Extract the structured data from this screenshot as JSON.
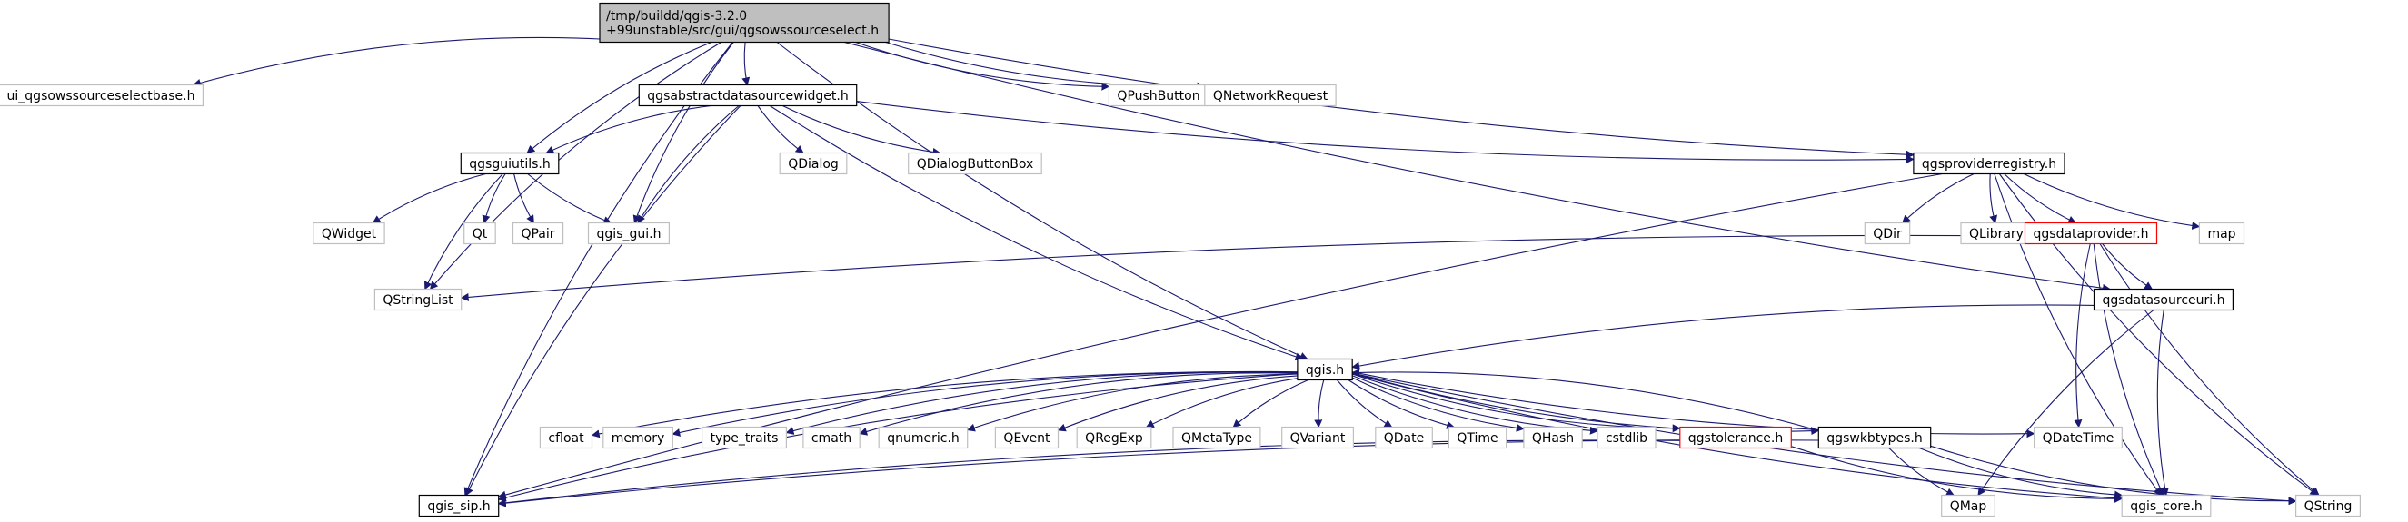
{
  "colors": {
    "edge": "#191970",
    "root_fill": "#bfbfbf",
    "solid_border": "#000000",
    "external_border": "#bfbfbf",
    "incomplete_border": "#ff0000"
  },
  "nodes": [
    {
      "id": "root",
      "lines": [
        "/tmp/buildd/qgis-3.2.0",
        "+99unstable/src/gui/qgsowssourceselect.h"
      ],
      "style": "root"
    },
    {
      "id": "ui_base",
      "lines": [
        "ui_qgsowssourceselectbase.h"
      ],
      "style": "external"
    },
    {
      "id": "absw",
      "lines": [
        "qgsabstractdatasourcewidget.h"
      ],
      "style": "solid"
    },
    {
      "id": "qpushbutton",
      "lines": [
        "QPushButton"
      ],
      "style": "external"
    },
    {
      "id": "qnetworkrequest",
      "lines": [
        "QNetworkRequest"
      ],
      "style": "external"
    },
    {
      "id": "guiutils",
      "lines": [
        "qgsguiutils.h"
      ],
      "style": "solid"
    },
    {
      "id": "qdialog",
      "lines": [
        "QDialog"
      ],
      "style": "external"
    },
    {
      "id": "qdialogbuttonbox",
      "lines": [
        "QDialogButtonBox"
      ],
      "style": "external"
    },
    {
      "id": "registry",
      "lines": [
        "qgsproviderregistry.h"
      ],
      "style": "solid"
    },
    {
      "id": "qwidget",
      "lines": [
        "QWidget"
      ],
      "style": "external"
    },
    {
      "id": "qt",
      "lines": [
        "Qt"
      ],
      "style": "external"
    },
    {
      "id": "qpair",
      "lines": [
        "QPair"
      ],
      "style": "external"
    },
    {
      "id": "qgis_gui",
      "lines": [
        "qgis_gui.h"
      ],
      "style": "external"
    },
    {
      "id": "qdir",
      "lines": [
        "QDir"
      ],
      "style": "external"
    },
    {
      "id": "qlibrary",
      "lines": [
        "QLibrary"
      ],
      "style": "external"
    },
    {
      "id": "dataprovider",
      "lines": [
        "qgsdataprovider.h"
      ],
      "style": "incomplete"
    },
    {
      "id": "map",
      "lines": [
        "map"
      ],
      "style": "external"
    },
    {
      "id": "qstringlist",
      "lines": [
        "QStringList"
      ],
      "style": "external"
    },
    {
      "id": "datasourceuri",
      "lines": [
        "qgsdatasourceuri.h"
      ],
      "style": "solid"
    },
    {
      "id": "qgis_h",
      "lines": [
        "qgis.h"
      ],
      "style": "solid"
    },
    {
      "id": "cfloat",
      "lines": [
        "cfloat"
      ],
      "style": "external"
    },
    {
      "id": "memory",
      "lines": [
        "memory"
      ],
      "style": "external"
    },
    {
      "id": "type_traits",
      "lines": [
        "type_traits"
      ],
      "style": "external"
    },
    {
      "id": "cmath",
      "lines": [
        "cmath"
      ],
      "style": "external"
    },
    {
      "id": "qnumeric",
      "lines": [
        "qnumeric.h"
      ],
      "style": "external"
    },
    {
      "id": "qevent",
      "lines": [
        "QEvent"
      ],
      "style": "external"
    },
    {
      "id": "qregexp",
      "lines": [
        "QRegExp"
      ],
      "style": "external"
    },
    {
      "id": "qmetatype",
      "lines": [
        "QMetaType"
      ],
      "style": "external"
    },
    {
      "id": "qvariant",
      "lines": [
        "QVariant"
      ],
      "style": "external"
    },
    {
      "id": "qdate",
      "lines": [
        "QDate"
      ],
      "style": "external"
    },
    {
      "id": "qtime",
      "lines": [
        "QTime"
      ],
      "style": "external"
    },
    {
      "id": "qhash",
      "lines": [
        "QHash"
      ],
      "style": "external"
    },
    {
      "id": "cstdlib",
      "lines": [
        "cstdlib"
      ],
      "style": "external"
    },
    {
      "id": "tolerance",
      "lines": [
        "qgstolerance.h"
      ],
      "style": "incomplete"
    },
    {
      "id": "wkbtypes",
      "lines": [
        "qgswkbtypes.h"
      ],
      "style": "solid"
    },
    {
      "id": "qdatetime",
      "lines": [
        "QDateTime"
      ],
      "style": "external"
    },
    {
      "id": "qgis_sip",
      "lines": [
        "qgis_sip.h"
      ],
      "style": "solid"
    },
    {
      "id": "qmap",
      "lines": [
        "QMap"
      ],
      "style": "external"
    },
    {
      "id": "qgis_core",
      "lines": [
        "qgis_core.h"
      ],
      "style": "external"
    },
    {
      "id": "qstring",
      "lines": [
        "QString"
      ],
      "style": "external"
    }
  ],
  "edges": [
    [
      "root",
      "ui_base"
    ],
    [
      "root",
      "absw"
    ],
    [
      "root",
      "qpushbutton"
    ],
    [
      "root",
      "qnetworkrequest"
    ],
    [
      "root",
      "guiutils"
    ],
    [
      "root",
      "registry"
    ],
    [
      "root",
      "datasourceuri"
    ],
    [
      "root",
      "qgis_h"
    ],
    [
      "root",
      "qstringlist"
    ],
    [
      "root",
      "qgis_sip"
    ],
    [
      "root",
      "qgis_gui"
    ],
    [
      "absw",
      "guiutils"
    ],
    [
      "absw",
      "qdialog"
    ],
    [
      "absw",
      "qdialogbuttonbox"
    ],
    [
      "absw",
      "registry"
    ],
    [
      "absw",
      "qgis_gui"
    ],
    [
      "absw",
      "qgis_h"
    ],
    [
      "absw",
      "qgis_sip"
    ],
    [
      "guiutils",
      "qwidget"
    ],
    [
      "guiutils",
      "qt"
    ],
    [
      "guiutils",
      "qpair"
    ],
    [
      "guiutils",
      "qgis_gui"
    ],
    [
      "guiutils",
      "qstringlist"
    ],
    [
      "registry",
      "qdir"
    ],
    [
      "registry",
      "qlibrary"
    ],
    [
      "registry",
      "dataprovider"
    ],
    [
      "registry",
      "map"
    ],
    [
      "registry",
      "qgis_core"
    ],
    [
      "registry",
      "qstring"
    ],
    [
      "registry",
      "qgis_sip"
    ],
    [
      "dataprovider",
      "qstringlist"
    ],
    [
      "dataprovider",
      "datasourceuri"
    ],
    [
      "dataprovider",
      "qdatetime"
    ],
    [
      "dataprovider",
      "qgis_core"
    ],
    [
      "dataprovider",
      "qstring"
    ],
    [
      "datasourceuri",
      "qgis_h"
    ],
    [
      "datasourceuri",
      "qgis_core"
    ],
    [
      "datasourceuri",
      "qmap"
    ],
    [
      "qgis_h",
      "cfloat"
    ],
    [
      "qgis_h",
      "memory"
    ],
    [
      "qgis_h",
      "type_traits"
    ],
    [
      "qgis_h",
      "cmath"
    ],
    [
      "qgis_h",
      "qnumeric"
    ],
    [
      "qgis_h",
      "qevent"
    ],
    [
      "qgis_h",
      "qregexp"
    ],
    [
      "qgis_h",
      "qmetatype"
    ],
    [
      "qgis_h",
      "qvariant"
    ],
    [
      "qgis_h",
      "qdate"
    ],
    [
      "qgis_h",
      "qtime"
    ],
    [
      "qgis_h",
      "qhash"
    ],
    [
      "qgis_h",
      "cstdlib"
    ],
    [
      "qgis_h",
      "tolerance"
    ],
    [
      "qgis_h",
      "wkbtypes"
    ],
    [
      "qgis_h",
      "qdatetime"
    ],
    [
      "qgis_h",
      "qgis_sip"
    ],
    [
      "qgis_h",
      "qgis_core"
    ],
    [
      "qgis_h",
      "qstring"
    ],
    [
      "tolerance",
      "qgis_sip"
    ],
    [
      "tolerance",
      "qgis_core"
    ],
    [
      "wkbtypes",
      "qgis_h"
    ],
    [
      "wkbtypes",
      "qmap"
    ],
    [
      "wkbtypes",
      "qgis_core"
    ],
    [
      "wkbtypes",
      "qgis_sip"
    ],
    [
      "wkbtypes",
      "qstring"
    ]
  ]
}
